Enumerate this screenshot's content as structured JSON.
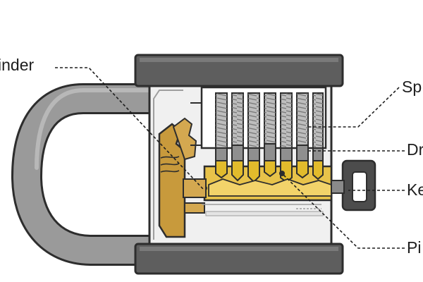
{
  "labels": {
    "cylinder": "inder",
    "springs": "Sp",
    "driver_pins": "Dr",
    "key": "Ke",
    "pins": "Pi"
  },
  "colors": {
    "outline": "#2d2d2d",
    "body_cap": "#5e5e5e",
    "shackle": "#9a9a9a",
    "shackle_light": "#b8b8b8",
    "cylinder_body": "#f0f0f0",
    "spring_column": "#bdbdbd",
    "key_pin_brass": "#e2bb2c",
    "plug_brass": "#e8c34a",
    "cam_brass": "#c89a3c",
    "key_bow": "#4c4c4c",
    "leader_line": "#1e1e1e"
  }
}
